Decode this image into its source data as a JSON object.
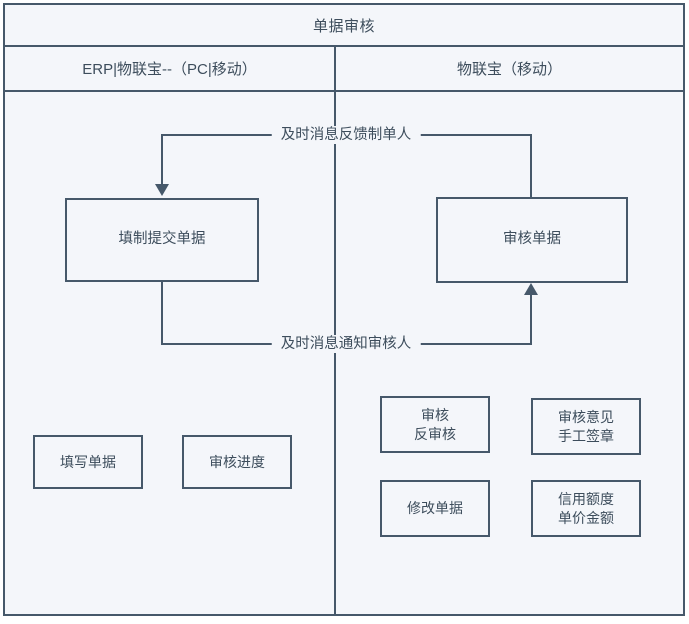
{
  "diagram": {
    "title": "单据审核",
    "lanes": [
      {
        "id": "lane-erp",
        "label": "ERP|物联宝--（PC|移动）"
      },
      {
        "id": "lane-mobile",
        "label": "物联宝（移动）"
      }
    ],
    "nodes": [
      {
        "id": "fill-submit",
        "label": "填制提交单据",
        "lane": "lane-erp"
      },
      {
        "id": "audit-doc",
        "label": "审核单据",
        "lane": "lane-mobile"
      },
      {
        "id": "write-doc",
        "label": "填写单据",
        "lane": "lane-erp"
      },
      {
        "id": "progress",
        "label": "审核进度",
        "lane": "lane-erp"
      },
      {
        "id": "audit-unaudit",
        "line1": "审核",
        "line2": "反审核",
        "lane": "lane-mobile"
      },
      {
        "id": "opinion-sign",
        "line1": "审核意见",
        "line2": "手工签章",
        "lane": "lane-mobile"
      },
      {
        "id": "modify-doc",
        "label": "修改单据",
        "lane": "lane-mobile"
      },
      {
        "id": "credit-price",
        "line1": "信用额度",
        "line2": "单价金额",
        "lane": "lane-mobile"
      }
    ],
    "edges": [
      {
        "id": "edge-feedback",
        "label": "及时消息反馈制单人",
        "from": "audit-doc",
        "to": "fill-submit",
        "direction": "right-to-left"
      },
      {
        "id": "edge-notify",
        "label": "及时消息通知审核人",
        "from": "fill-submit",
        "to": "audit-doc",
        "direction": "left-to-right"
      }
    ],
    "colors": {
      "stroke": "#46586a",
      "fill": "#f4f6fa",
      "text": "#3d4d5c",
      "page": "#ffffff"
    }
  }
}
